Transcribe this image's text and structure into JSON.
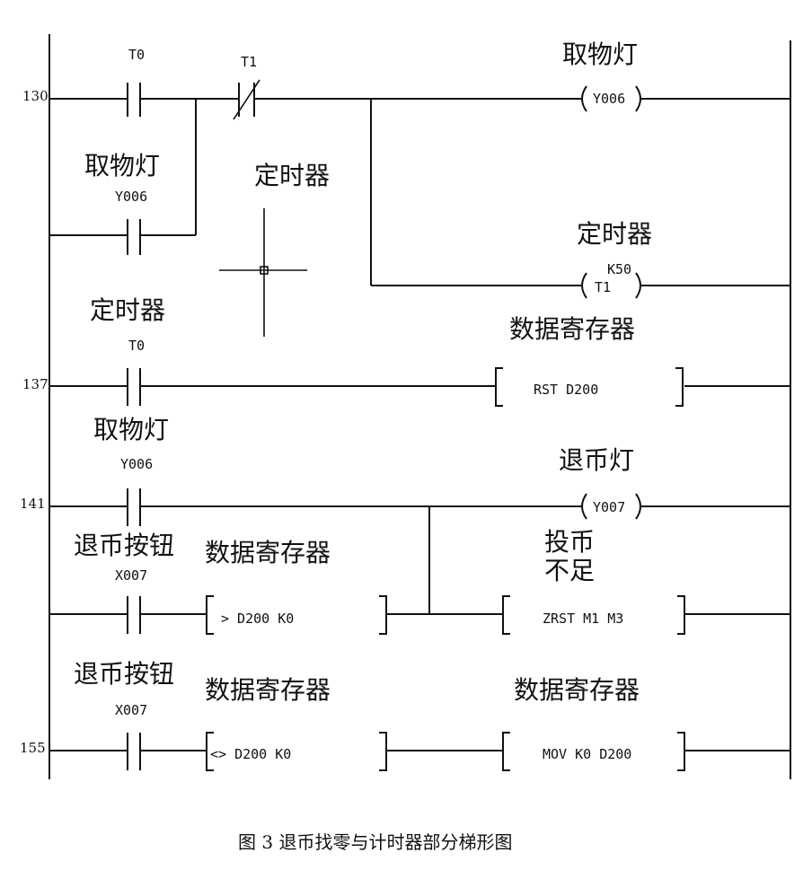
{
  "rungs": {
    "r130": {
      "number": "130",
      "contact_t0": "T0",
      "contact_t1": "T1",
      "coil_y006": "Y006",
      "coil_y006_label": "取物灯",
      "seal_label": "取物灯",
      "seal_contact": "Y006",
      "timer_label": "定时器",
      "timer_coil": "T1",
      "timer_k": "K50",
      "timer_coil_label": "定时器"
    },
    "r137": {
      "number": "137",
      "contact_label": "定时器",
      "contact": "T0",
      "func_label": "数据寄存器",
      "func": "RST D200"
    },
    "r141": {
      "number": "141",
      "contact_label": "取物灯",
      "contact": "Y006",
      "coil_label": "退币灯",
      "coil": "Y007",
      "btn_label": "退币按钮",
      "btn_contact": "X007",
      "cmp_label": "数据寄存器",
      "cmp": "> D200 K0",
      "zrst_label_1": "投币",
      "zrst_label_2": "不足",
      "zrst": "ZRST M1 M3"
    },
    "r155": {
      "number": "155",
      "btn_label": "退币按钮",
      "btn_contact": "X007",
      "cmp_label": "数据寄存器",
      "cmp": "<>  D200 K0",
      "mov_label": "数据寄存器",
      "mov": "MOV K0 D200"
    }
  },
  "caption": "图 3  退币找零与计时器部分梯形图"
}
